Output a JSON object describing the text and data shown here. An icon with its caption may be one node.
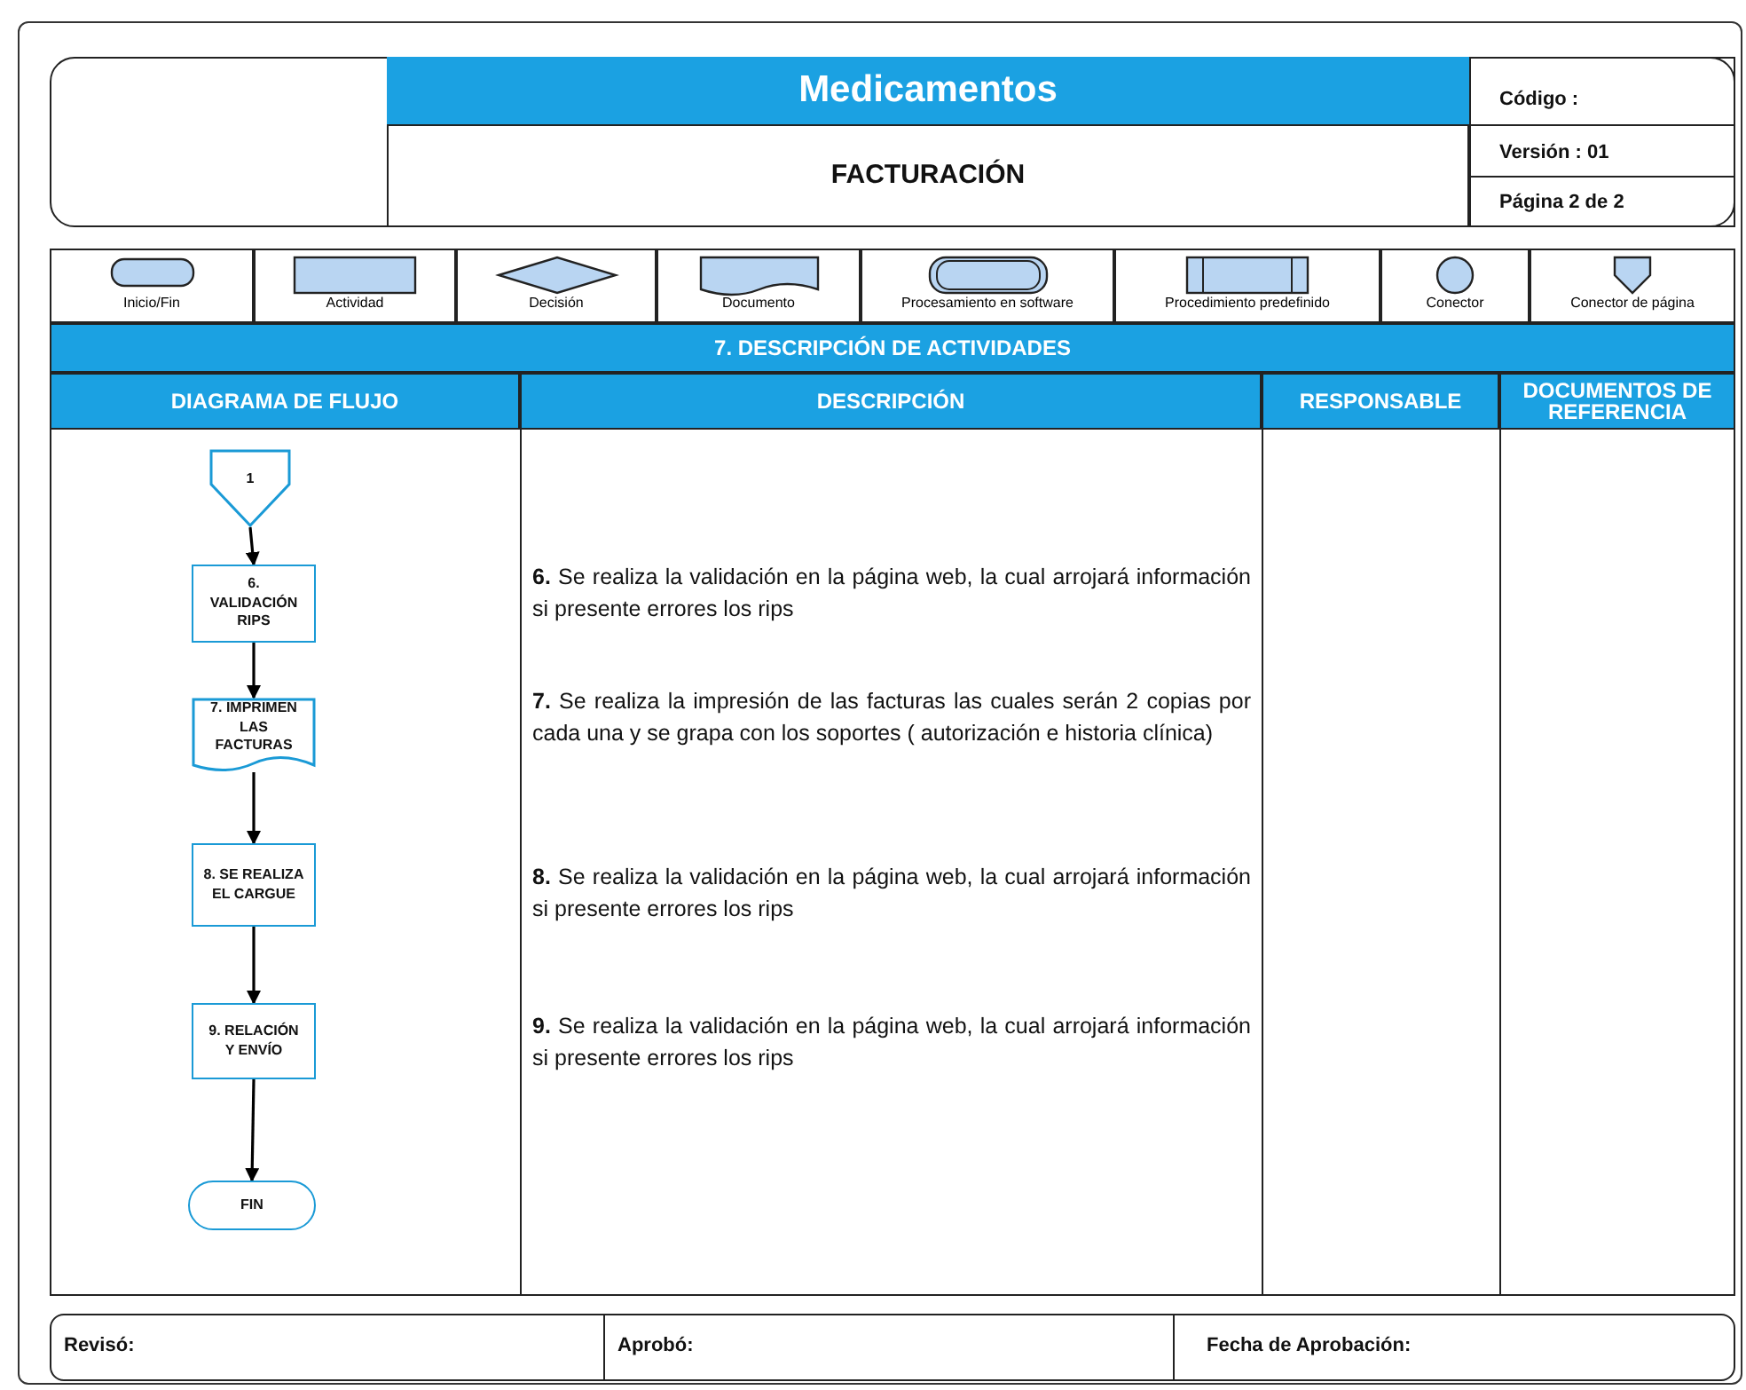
{
  "diagram": {
    "title": "Medicamentos",
    "nodes": [
      {
        "text": [
          "1"
        ]
      },
      {
        "text": [
          "6. VALIDACIÓN RIPS"
        ]
      },
      {
        "text": [
          "7. IMPRIMEN LAS FACTURAS"
        ]
      },
      {
        "text": [
          "8. SE REALIZA EL CARGUE"
        ]
      },
      {
        "text": [
          "9. RELACIÓN Y ENVÍO"
        ]
      },
      {
        "text": [
          "FIN"
        ]
      }
    ],
    "edges": [
      {
        "from": 0,
        "to": 1,
        "arrow": "to"
      },
      {
        "from": 1,
        "to": 2,
        "arrow": "to"
      },
      {
        "from": 2,
        "to": 3,
        "arrow": "to"
      },
      {
        "from": 3,
        "to": 4,
        "arrow": "to"
      },
      {
        "from": 4,
        "to": 5,
        "arrow": "to"
      }
    ],
    "labels": [
      "Código :",
      "FACTURACIÓN",
      "Versión : 01",
      "Página 2 de 2",
      "7. DESCRIPCIÓN DE ACTIVIDADES",
      "DIAGRAMA DE FLUJO",
      "DESCRIPCIÓN",
      "RESPONSABLE",
      "DOCUMENTOS DE REFERENCIA",
      "**6.** Se realiza la validación en la página web, la cual arrojará información si presente errores los rips",
      "**7.** Se realiza la impresión de las facturas las cuales serán 2 copias por cada una y se grapa con los soportes ( autorización e historia clínica)",
      "**8.** Se realiza la validación en la página web, la cual arrojará información si presente errores los rips",
      "**9.** Se realiza la validación en la página web, la cual arrojará información si presente errores los rips",
      "Revisó:",
      "Aprobó:",
      "Fecha de Aprobación:"
    ],
    "legend": [
      {
        "text": "Inicio/Fin"
      },
      {
        "text": "Actividad"
      },
      {
        "text": "Decisión"
      },
      {
        "text": "Documento"
      },
      {
        "text": "Procesamiento en software"
      },
      {
        "text": "Procedimiento predefinido"
      },
      {
        "text": "Conector"
      },
      {
        "text": "Conector de página"
      }
    ]
  }
}
